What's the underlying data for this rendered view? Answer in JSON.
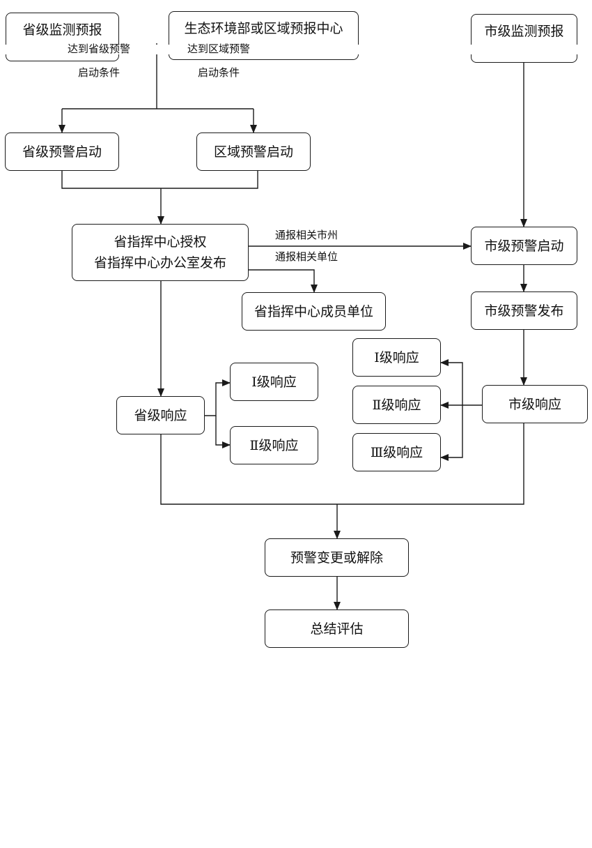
{
  "nodes": {
    "provincial_monitoring": "省级监测预报",
    "national_center": "生态环境部或区域预报中心",
    "city_monitoring": "市级监测预报",
    "provincial_warning_start": "省级预警启动",
    "regional_warning_start": "区域预警启动",
    "hq_authorize": "省指挥中心授权",
    "hq_office_release": "省指挥中心办公室发布",
    "hq_member_units": "省指挥中心成员单位",
    "city_warning_start": "市级预警启动",
    "city_warning_release": "市级预警发布",
    "provincial_response": "省级响应",
    "prov_level_1": "Ⅰ级响应",
    "prov_level_2": "Ⅱ级响应",
    "city_level_1": "Ⅰ级响应",
    "city_level_2": "Ⅱ级响应",
    "city_level_3": "Ⅲ级响应",
    "city_response": "市级响应",
    "change_or_lift": "预警变更或解除",
    "summary": "总结评估"
  },
  "edge_labels": {
    "prov_condition_1": "达到省级预警",
    "prov_condition_2": "启动条件",
    "region_condition_1": "达到区域预警",
    "region_condition_2": "启动条件",
    "notify_cities": "通报相关市州",
    "notify_units": "通报相关单位"
  }
}
